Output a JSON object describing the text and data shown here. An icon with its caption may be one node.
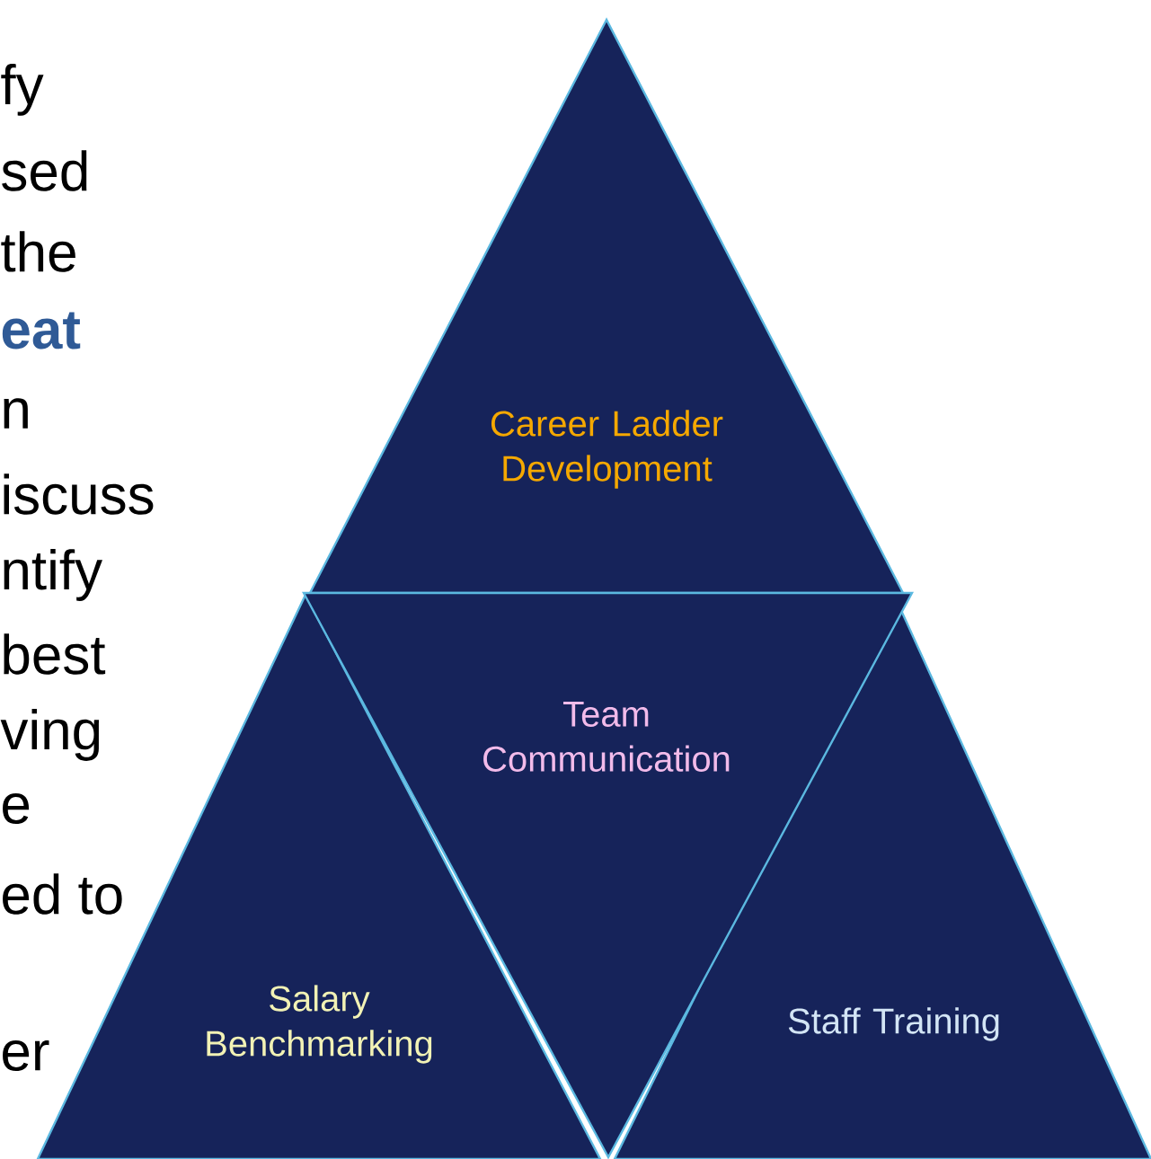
{
  "diagram": {
    "nodes": [
      {
        "text": [
          "Career Ladder Development"
        ]
      },
      {
        "text": [
          "Team Communication"
        ]
      },
      {
        "text": [
          "Salary Benchmarking"
        ]
      },
      {
        "text": [
          "Staff Training"
        ]
      }
    ],
    "labels": [
      "fy",
      "sed",
      "the",
      "eat",
      "n",
      "iscuss",
      "ntify",
      "best",
      "ving",
      "e",
      "ed to",
      "er"
    ]
  }
}
